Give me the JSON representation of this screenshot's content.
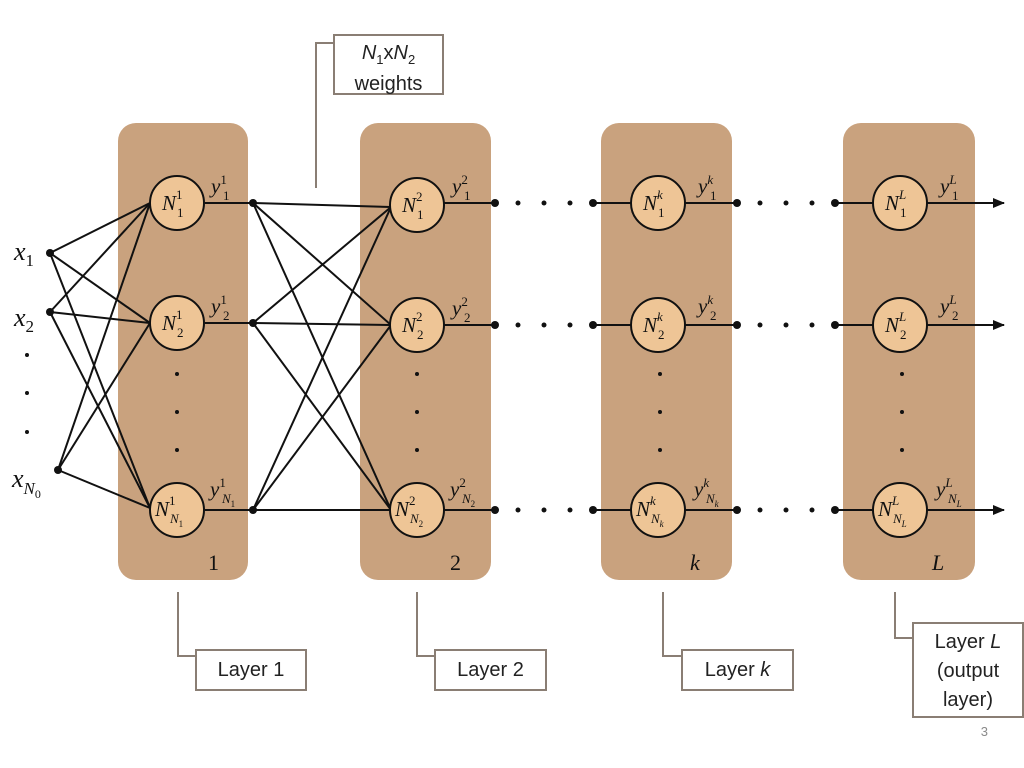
{
  "inputs": {
    "x_base": "x",
    "x1_sub": "1",
    "x2_sub": "2",
    "xN_sub_base": "N",
    "xN_sub_sub": "0"
  },
  "neurons": {
    "base": "N",
    "layer1": {
      "sup": "1",
      "subs": [
        "1",
        "2",
        "N"
      ],
      "sub_sub": "1"
    },
    "layer2": {
      "sup": "2",
      "subs": [
        "1",
        "2",
        "N"
      ],
      "sub_sub": "2"
    },
    "layerk": {
      "sup": "k",
      "subs": [
        "1",
        "2",
        "N"
      ],
      "sub_sub": "k"
    },
    "layerL": {
      "sup": "L",
      "subs": [
        "1",
        "2",
        "N"
      ],
      "sub_sub": "L"
    }
  },
  "outputs_base": "y",
  "layer_numbers": [
    "1",
    "2",
    "k",
    "L"
  ],
  "callouts": {
    "weights": {
      "n1": "N",
      "n1_sub": "1",
      "times": "x",
      "n2": "N",
      "n2_sub": "2",
      "text": "weights"
    },
    "layer1": {
      "text": "Layer 1"
    },
    "layer2": {
      "text": "Layer 2"
    },
    "layerk": {
      "prefix": "Layer ",
      "var": "k"
    },
    "layerL": {
      "prefix": "Layer ",
      "var": "L",
      "line2": "(output",
      "line3": "layer)"
    }
  },
  "page_number": "3",
  "colors": {
    "layer_fill": "#c9a27e",
    "neuron_fill": "#eec596",
    "line": "#111111",
    "callout_border": "#8a7e74"
  }
}
